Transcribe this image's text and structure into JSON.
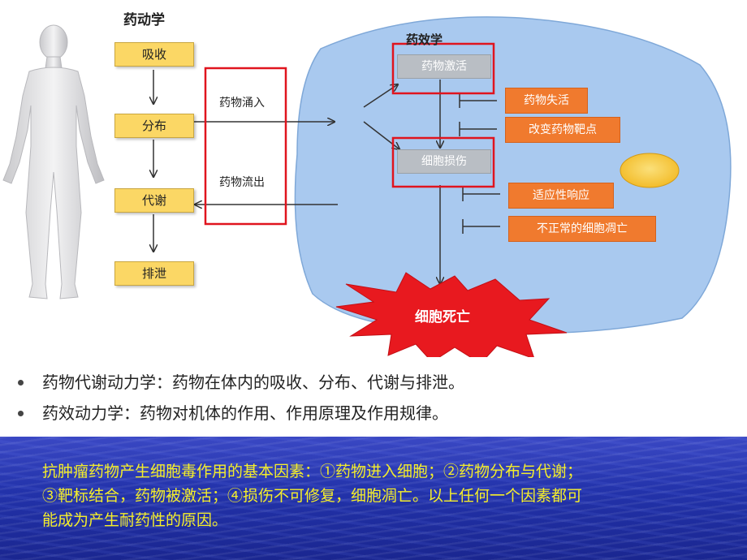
{
  "diagram": {
    "pk_title": "药动学",
    "pk_steps": [
      "吸收",
      "分布",
      "代谢",
      "排泄"
    ],
    "pd_title": "药效学",
    "drug_influx": "药物涌入",
    "drug_efflux": "药物流出",
    "drug_activation": "药物激活",
    "cell_damage": "细胞损伤",
    "drug_inactivation": "药物失活",
    "change_target": "改变药物靶点",
    "adaptive_response": "适应性响应",
    "abnormal_apoptosis": "不正常的细胞凋亡",
    "cell_death": "细胞死亡"
  },
  "bullets": [
    "药物代谢动力学：药物在体内的吸收、分布、代谢与排泄。",
    "药效动力学：药物对机体的作用、作用原理及作用规律。"
  ],
  "note": "抗肿瘤药物产生细胞毒作用的基本因素：①药物进入细胞；②药物分布与代谢；③靶标结合，药物被激活；④损伤不可修复，细胞凋亡。以上任何一个因素都可能成为产生耐药性的原因。",
  "colors": {
    "cell_fill": "#a9c9ef",
    "pk_box": "#fbd765",
    "orange_box": "#f07a2e",
    "gray_box": "#b9bec4",
    "red_highlight": "#e0141e",
    "death_burst": "#e8191f",
    "water_band": "#2232aa",
    "note_text": "#f5ee2a"
  }
}
